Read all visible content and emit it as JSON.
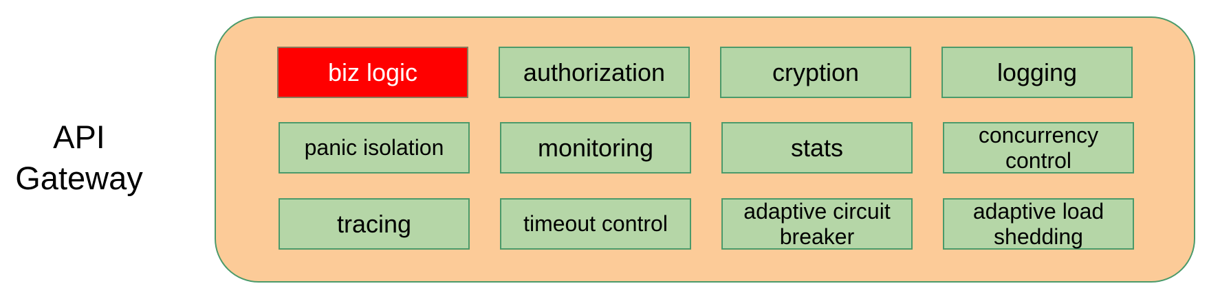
{
  "gateway": {
    "line1": "API",
    "line2": "Gateway"
  },
  "colors": {
    "container_fill": "#fccb98",
    "container_border": "#4a9a6a",
    "box_fill": "#b5d6a7",
    "box_border": "#4a9a6a",
    "highlight_fill": "#ff0000",
    "highlight_text": "#ffffff"
  },
  "modules": {
    "row1": [
      "biz logic",
      "authorization",
      "cryption",
      "logging"
    ],
    "row2": [
      "panic isolation",
      "monitoring",
      "stats",
      "concurrency control"
    ],
    "row3": [
      "tracing",
      "timeout control",
      "adaptive circuit breaker",
      "adaptive load shedding"
    ]
  }
}
